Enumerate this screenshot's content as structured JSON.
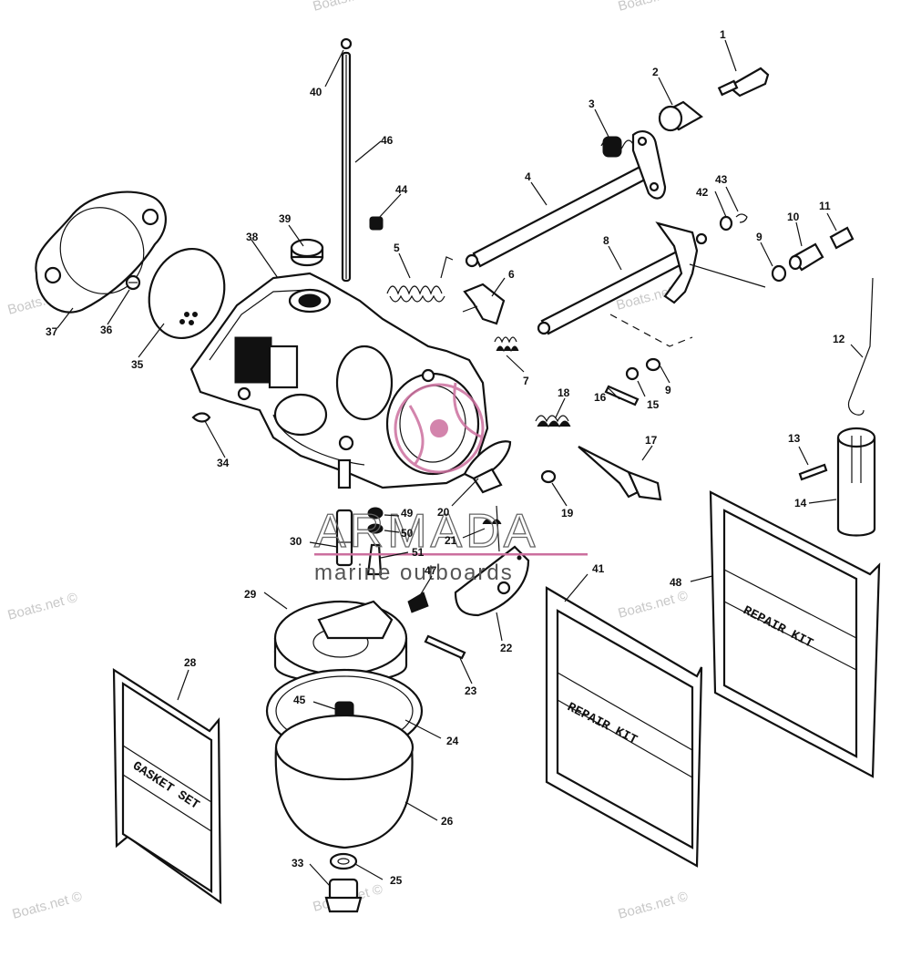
{
  "watermark": {
    "site": "Boats.net ©"
  },
  "logo": {
    "brand": "ARMADA",
    "tagline": "marine outboards",
    "color": "#cc6f9e"
  },
  "kits": {
    "gasket_set": "GASKET SET",
    "repair_kit": "REPAIR KIT"
  },
  "callouts": [
    "1",
    "2",
    "3",
    "4",
    "5",
    "6",
    "7",
    "8",
    "9",
    "10",
    "11",
    "12",
    "13",
    "14",
    "15",
    "16",
    "17",
    "18",
    "19",
    "20",
    "21",
    "22",
    "23",
    "24",
    "25",
    "26",
    "28",
    "29",
    "30",
    "33",
    "34",
    "35",
    "36",
    "37",
    "38",
    "39",
    "40",
    "41",
    "42",
    "43",
    "44",
    "45",
    "46",
    "47",
    "48",
    "49",
    "50",
    "51"
  ],
  "callouts_note": "9 appears twice in diagram"
}
